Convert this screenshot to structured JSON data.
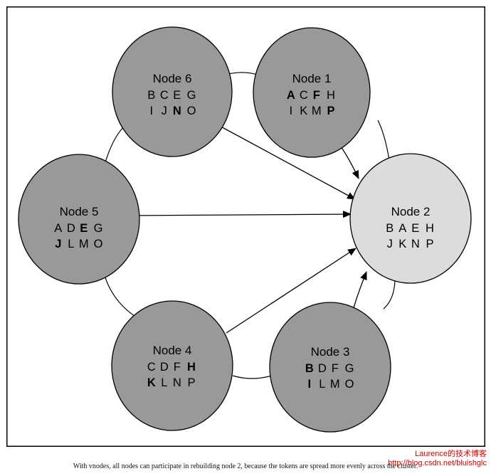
{
  "diagram": {
    "nodes": [
      {
        "id": "node-6",
        "title": "Node 6",
        "fill": "#999999",
        "rows": [
          [
            {
              "t": "B",
              "b": false
            },
            {
              "t": "C",
              "b": false
            },
            {
              "t": "E",
              "b": false
            },
            {
              "t": "G",
              "b": false
            }
          ],
          [
            {
              "t": "I",
              "b": false
            },
            {
              "t": "J",
              "b": false
            },
            {
              "t": "N",
              "b": true
            },
            {
              "t": "O",
              "b": false
            }
          ]
        ]
      },
      {
        "id": "node-1",
        "title": "Node 1",
        "fill": "#999999",
        "rows": [
          [
            {
              "t": "A",
              "b": true
            },
            {
              "t": "C",
              "b": false
            },
            {
              "t": "F",
              "b": true
            },
            {
              "t": "H",
              "b": false
            }
          ],
          [
            {
              "t": "I",
              "b": false
            },
            {
              "t": "K",
              "b": false
            },
            {
              "t": "M",
              "b": false
            },
            {
              "t": "P",
              "b": true
            }
          ]
        ]
      },
      {
        "id": "node-5",
        "title": "Node 5",
        "fill": "#999999",
        "rows": [
          [
            {
              "t": "A",
              "b": false
            },
            {
              "t": "D",
              "b": false
            },
            {
              "t": "E",
              "b": true
            },
            {
              "t": "G",
              "b": false
            }
          ],
          [
            {
              "t": "J",
              "b": true
            },
            {
              "t": "L",
              "b": false
            },
            {
              "t": "M",
              "b": false
            },
            {
              "t": "O",
              "b": false
            }
          ]
        ]
      },
      {
        "id": "node-2",
        "title": "Node 2",
        "fill": "#dcdcdc",
        "rows": [
          [
            {
              "t": "B",
              "b": false
            },
            {
              "t": "A",
              "b": false
            },
            {
              "t": "E",
              "b": false
            },
            {
              "t": "H",
              "b": false
            }
          ],
          [
            {
              "t": "J",
              "b": false
            },
            {
              "t": "K",
              "b": false
            },
            {
              "t": "N",
              "b": false
            },
            {
              "t": "P",
              "b": false
            }
          ]
        ]
      },
      {
        "id": "node-4",
        "title": "Node 4",
        "fill": "#999999",
        "rows": [
          [
            {
              "t": "C",
              "b": false
            },
            {
              "t": "D",
              "b": false
            },
            {
              "t": "F",
              "b": false
            },
            {
              "t": "H",
              "b": true
            }
          ],
          [
            {
              "t": "K",
              "b": true
            },
            {
              "t": "L",
              "b": false
            },
            {
              "t": "N",
              "b": false
            },
            {
              "t": "P",
              "b": false
            }
          ]
        ]
      },
      {
        "id": "node-3",
        "title": "Node 3",
        "fill": "#999999",
        "rows": [
          [
            {
              "t": "B",
              "b": true
            },
            {
              "t": "D",
              "b": false
            },
            {
              "t": "F",
              "b": false
            },
            {
              "t": "G",
              "b": false
            }
          ],
          [
            {
              "t": "I",
              "b": true
            },
            {
              "t": "L",
              "b": false
            },
            {
              "t": "M",
              "b": false
            },
            {
              "t": "O",
              "b": false
            }
          ]
        ]
      }
    ],
    "ring_order": [
      "node-1",
      "node-2",
      "node-3",
      "node-4",
      "node-5",
      "node-6"
    ],
    "rebuild_arrows": [
      {
        "from": "node-6",
        "to": "node-2"
      },
      {
        "from": "node-1",
        "to": "node-2"
      },
      {
        "from": "node-5",
        "to": "node-2"
      },
      {
        "from": "node-4",
        "to": "node-2"
      },
      {
        "from": "node-3",
        "to": "node-2"
      }
    ]
  },
  "caption": "With vnodes, all nodes can participate in rebuilding node 2, because the tokens are spread more evenly across the cluster.",
  "watermark": {
    "line1": "Laurence的技术博客",
    "line2": "http://blog.csdn.net/bluishglc"
  },
  "colors": {
    "frame": "#000000",
    "node_fill": "#999999",
    "target_node_fill": "#dcdcdc",
    "watermark": "#d40000"
  }
}
